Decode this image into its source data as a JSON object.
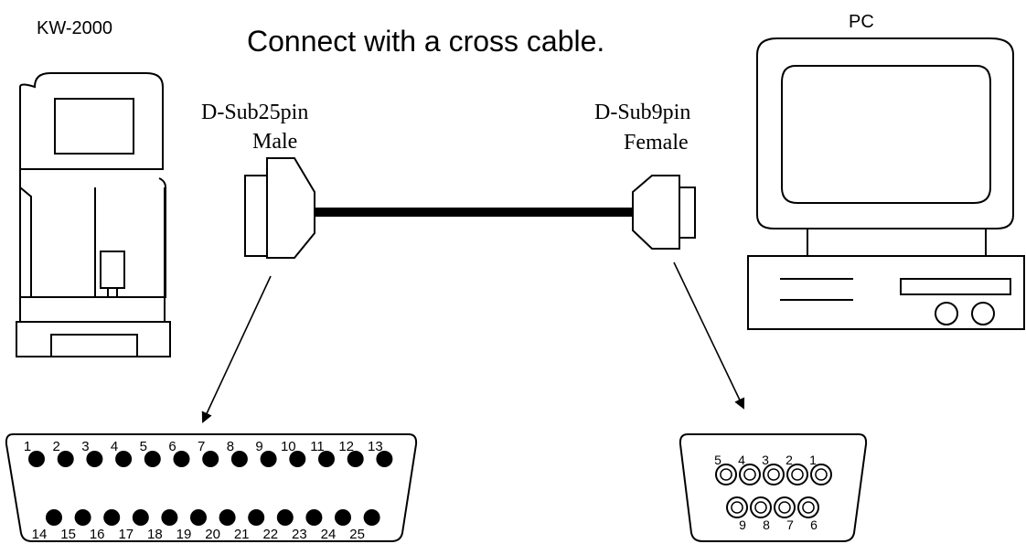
{
  "labels": {
    "device_left": "KW-2000",
    "device_right": "PC",
    "title": "Connect with a cross cable.",
    "left_connector_type": "D-Sub25pin",
    "left_connector_gender": "Male",
    "right_connector_type": "D-Sub9pin",
    "right_connector_gender": "Female"
  },
  "db25": {
    "top_pins": [
      "1",
      "2",
      "3",
      "4",
      "5",
      "6",
      "7",
      "8",
      "9",
      "10",
      "11",
      "12",
      "13"
    ],
    "bottom_pins": [
      "14",
      "15",
      "16",
      "17",
      "18",
      "19",
      "20",
      "21",
      "22",
      "23",
      "24",
      "25"
    ]
  },
  "db9": {
    "top_pins": [
      "5",
      "4",
      "3",
      "2",
      "1"
    ],
    "bottom_pins": [
      "9",
      "8",
      "7",
      "6"
    ]
  },
  "colors": {
    "line": "#000000",
    "background": "#ffffff"
  }
}
